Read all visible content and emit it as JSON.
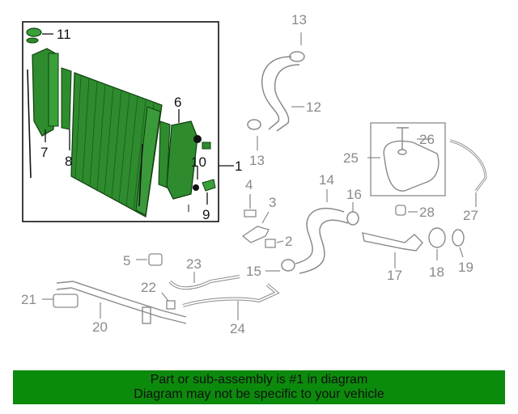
{
  "colors": {
    "highlight": "#2e8b2e",
    "highlight_dark": "#1d6b1d",
    "grey": "#8a8a8a",
    "footer_bg": "#0c8a0c"
  },
  "callouts": {
    "c1": "1",
    "c2": "2",
    "c3": "3",
    "c4": "4",
    "c5": "5",
    "c6": "6",
    "c7": "7",
    "c8": "8",
    "c9": "9",
    "c10": "10",
    "c11": "11",
    "c12": "12",
    "c13a": "13",
    "c13b": "13",
    "c14": "14",
    "c15": "15",
    "c16": "16",
    "c17": "17",
    "c18": "18",
    "c19": "19",
    "c20": "20",
    "c21": "21",
    "c22": "22",
    "c23": "23",
    "c24": "24",
    "c25": "25",
    "c26": "26",
    "c27": "27",
    "c28": "28"
  },
  "footer": {
    "line1": "Part or sub-assembly is #1 in diagram",
    "line2": "Diagram may not be specific to your vehicle"
  }
}
